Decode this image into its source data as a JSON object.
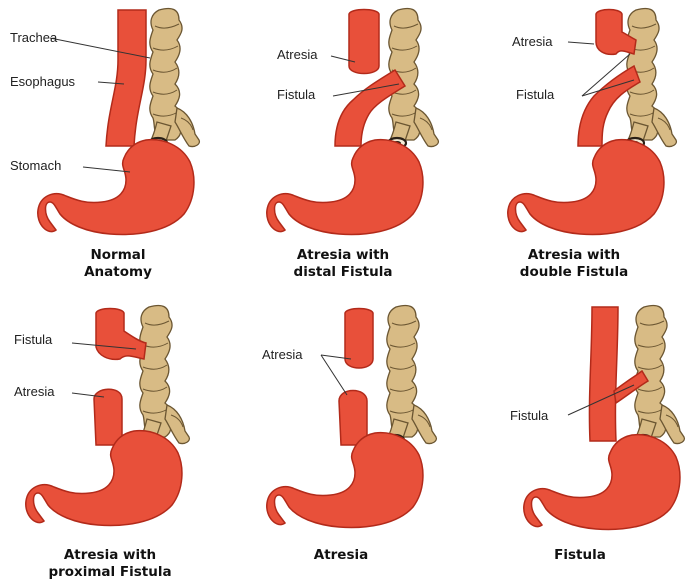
{
  "colors": {
    "organ": "#e8503a",
    "organ_outline": "#b22a1a",
    "trachea": "#d8bb85",
    "trachea_outline": "#6b5632",
    "text": "#222222"
  },
  "panels": [
    {
      "caption": [
        "Normal",
        "Anatomy"
      ],
      "labels": {
        "trachea": "Trachea",
        "esophagus": "Esophagus",
        "stomach": "Stomach"
      }
    },
    {
      "caption": [
        "Atresia with",
        "distal Fistula"
      ],
      "labels": {
        "atresia": "Atresia",
        "fistula": "Fistula"
      }
    },
    {
      "caption": [
        "Atresia with",
        "double Fistula"
      ],
      "labels": {
        "atresia": "Atresia",
        "fistula": "Fistula"
      }
    },
    {
      "caption": [
        "Atresia with",
        "proximal Fistula"
      ],
      "labels": {
        "fistula": "Fistula",
        "atresia": "Atresia"
      }
    },
    {
      "caption": [
        "Atresia"
      ],
      "labels": {
        "atresia": "Atresia"
      }
    },
    {
      "caption": [
        "Fistula"
      ],
      "labels": {
        "fistula": "Fistula"
      }
    }
  ]
}
